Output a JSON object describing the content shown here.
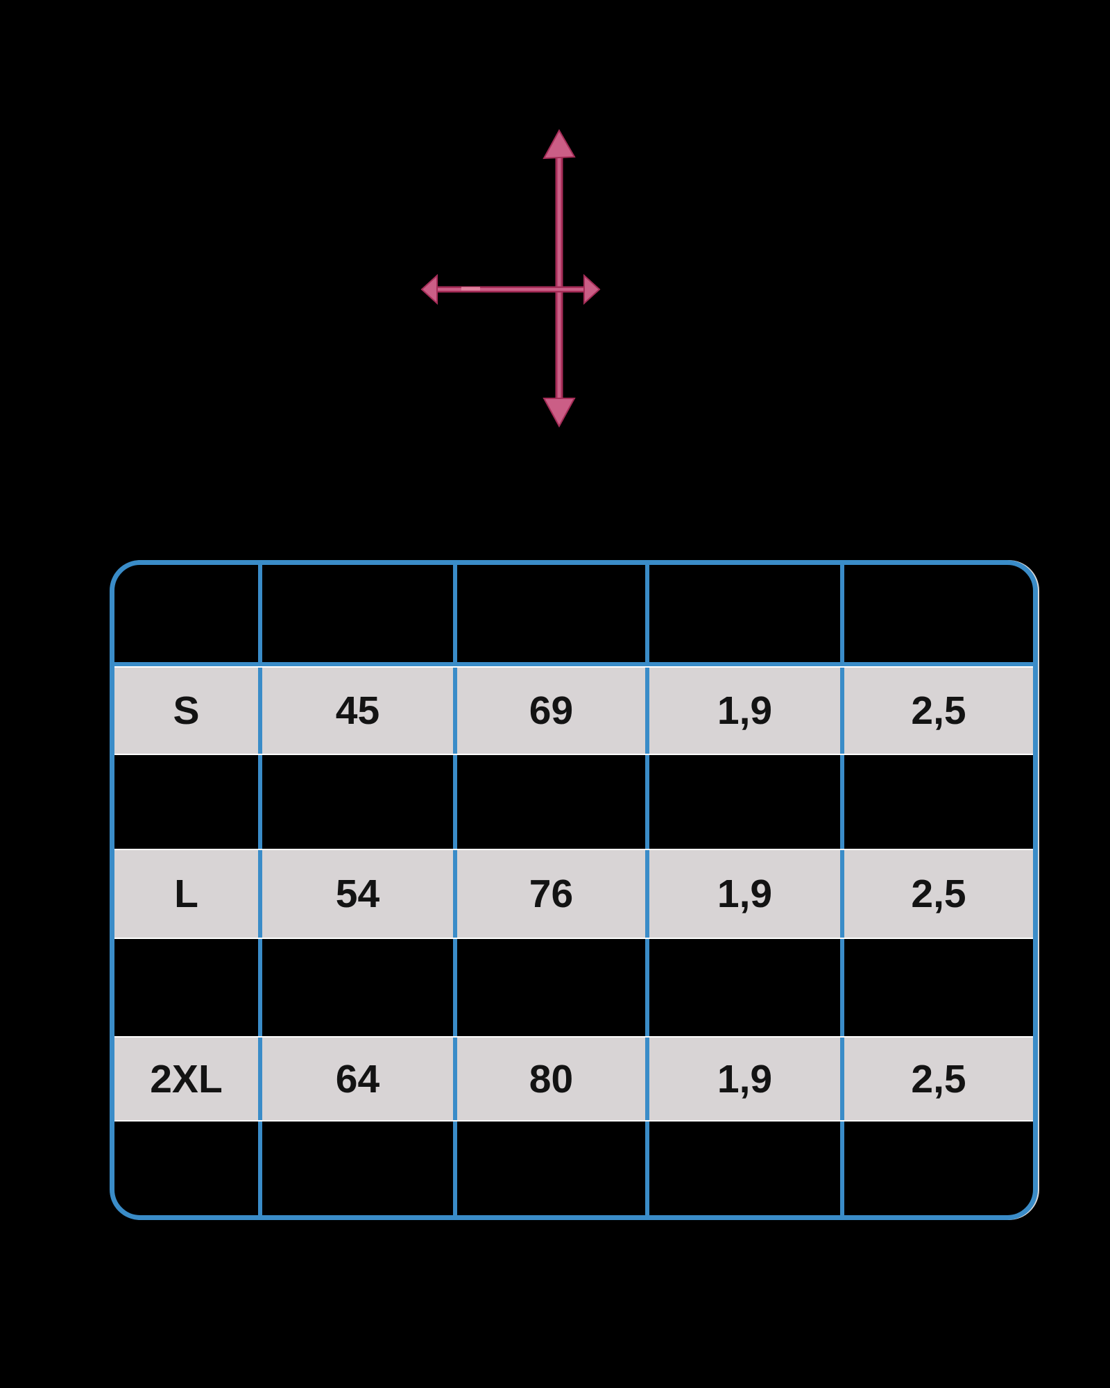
{
  "palette": {
    "background": "#000000",
    "table_border_blue": "#3a8cc8",
    "row_highlight_gray": "#d8d4d5",
    "hairline_white": "#ffffff",
    "cell_text_black": "#131313",
    "arrow_pink": "#cb5e86",
    "arrow_pink_dark": "#a62d58",
    "arrow_pink_light": "#e0829f"
  },
  "arrows_graphic": {
    "icon": "four-direction-dimension-arrows",
    "directions": [
      "up",
      "down",
      "left",
      "right"
    ]
  },
  "chart_data": {
    "type": "table",
    "title": "",
    "columns": [
      "",
      "",
      "",
      "",
      ""
    ],
    "highlighted_rows": [
      0,
      2,
      4
    ],
    "rows": [
      [
        "S",
        "45",
        "69",
        "1,9",
        "2,5"
      ],
      [
        "",
        "",
        "",
        "",
        ""
      ],
      [
        "L",
        "54",
        "76",
        "1,9",
        "2,5"
      ],
      [
        "",
        "",
        "",
        "",
        ""
      ],
      [
        "2XL",
        "64",
        "80",
        "1,9",
        "2,5"
      ],
      [
        "",
        "",
        "",
        "",
        ""
      ]
    ]
  }
}
